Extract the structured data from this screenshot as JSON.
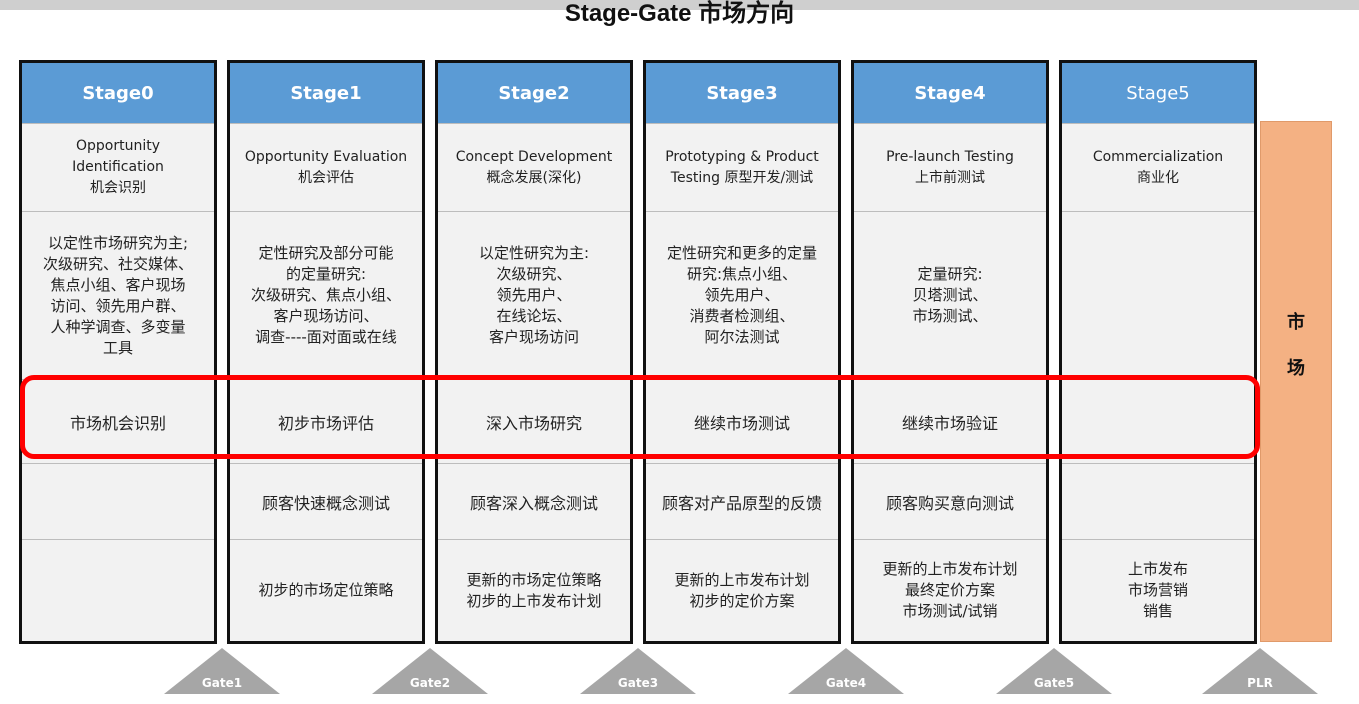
{
  "title": "Stage-Gate 市场方向",
  "stages": [
    {
      "header": "Stage0",
      "name": "Opportunity Identification\n机会识别",
      "research": "以定性市场研究为主;\n次级研究、社交媒体、\n焦点小组、客户现场\n访问、领先用户群、\n人种学调查、多变量\n工具",
      "market": "市场机会识别",
      "concept": "",
      "strategy": ""
    },
    {
      "header": "Stage1",
      "name": "Opportunity Evaluation\n机会评估",
      "research": "定性研究及部分可能\n的定量研究:\n次级研究、焦点小组、\n客户现场访问、\n调查----面对面或在线",
      "market": "初步市场评估",
      "concept": "顾客快速概念测试",
      "strategy": "初步的市场定位策略"
    },
    {
      "header": "Stage2",
      "name": "Concept Development\n概念发展(深化)",
      "research": "以定性研究为主:\n次级研究、\n领先用户、\n在线论坛、\n客户现场访问",
      "market": "深入市场研究",
      "concept": "顾客深入概念测试",
      "strategy": "更新的市场定位策略\n初步的上市发布计划"
    },
    {
      "header": "Stage3",
      "name": "Prototyping & Product\nTesting 原型开发/测试",
      "research": "定性研究和更多的定量\n研究:焦点小组、\n领先用户、\n消费者检测组、\n阿尔法测试",
      "market": "继续市场测试",
      "concept": "顾客对产品原型的反馈",
      "strategy": "更新的上市发布计划\n初步的定价方案"
    },
    {
      "header": "Stage4",
      "name": "Pre-launch Testing\n上市前测试",
      "research": "定量研究:\n贝塔测试、\n市场测试、",
      "market": "继续市场验证",
      "concept": "顾客购买意向测试",
      "strategy": "更新的上市发布计划\n最终定价方案\n市场测试/试销"
    },
    {
      "header": "Stage5",
      "name": "Commercialization\n商业化",
      "research": "",
      "market": "",
      "concept": "",
      "strategy": "上市发布\n市场营销\n销售"
    }
  ],
  "market_bar": {
    "label": "市\n场",
    "color": "#f4b183"
  },
  "gates": [
    "Gate1",
    "Gate2",
    "Gate3",
    "Gate4",
    "Gate5",
    "PLR"
  ],
  "colors": {
    "header": "#5b9bd5",
    "highlight": "#ff0000",
    "gate": "#a6a6a6"
  }
}
